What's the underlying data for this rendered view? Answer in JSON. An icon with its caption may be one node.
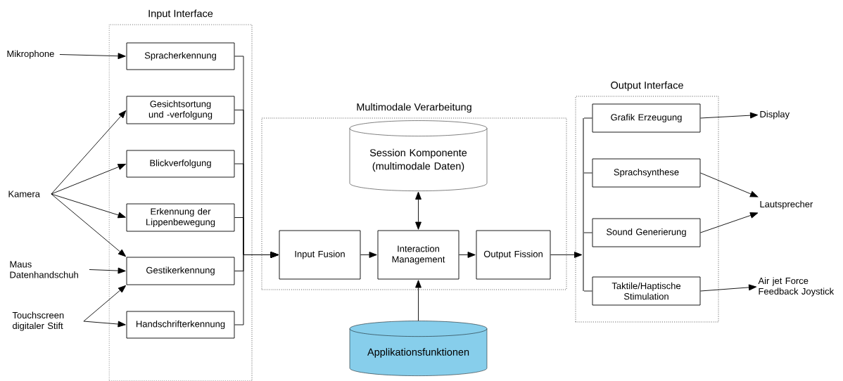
{
  "diagram": {
    "nodes": [
      {
        "text": [
          "Input Interface"
        ]
      },
      {
        "text": [
          "Spracherkennung"
        ],
        "in": 0
      },
      {
        "text": [
          "Gesichtsortung und -verfolgung"
        ],
        "in": 0
      },
      {
        "text": [
          "Blickverfolgung"
        ],
        "in": 0
      },
      {
        "text": [
          "Erkennung der Lippenbewegung"
        ],
        "in": 0
      },
      {
        "text": [
          "Gestikerkennung"
        ],
        "in": 0
      },
      {
        "text": [
          "Handschrifterkennung"
        ],
        "in": 0
      },
      {
        "text": [
          "Mikrophone"
        ]
      },
      {
        "text": [
          "Kamera"
        ]
      },
      {
        "text": [
          "Maus Datenhandschuh"
        ]
      },
      {
        "text": [
          "Touchscreen digitaler Stift"
        ]
      },
      {
        "text": [
          "Multimodale Verarbeitung"
        ]
      },
      {
        "text": [
          "Session Komponente (multimodale Daten)"
        ],
        "in": 11
      },
      {
        "text": [
          "Input Fusion"
        ],
        "in": 11
      },
      {
        "text": [
          "Interaction Management"
        ],
        "in": 11
      },
      {
        "text": [
          "Output Fission"
        ],
        "in": 11
      },
      {
        "text": [
          "Applikationsfunktionen"
        ]
      },
      {
        "text": [
          "Output Interface"
        ]
      },
      {
        "text": [
          "Grafik Erzeugung"
        ],
        "in": 17
      },
      {
        "text": [
          "Sprachsynthese"
        ],
        "in": 17
      },
      {
        "text": [
          "Sound Generierung"
        ],
        "in": 17
      },
      {
        "text": [
          "Taktile/Haptische Stimulation"
        ],
        "in": 17
      },
      {
        "text": [
          "Display"
        ]
      },
      {
        "text": [
          "Lautsprecher"
        ]
      },
      {
        "text": [
          "Air jet Force Feedback Joystick"
        ]
      },
      {
        "text": [],
        "shape": "bar",
        "in": 17
      }
    ],
    "edges": [
      {
        "from": 7,
        "to": 1,
        "arrow": "to"
      },
      {
        "from": 8,
        "to": 2,
        "arrow": "to"
      },
      {
        "from": 8,
        "to": 3,
        "arrow": "to"
      },
      {
        "from": 8,
        "to": 4,
        "arrow": "to"
      },
      {
        "from": 8,
        "to": 5,
        "arrow": "to"
      },
      {
        "from": 9,
        "to": 5,
        "arrow": "to"
      },
      {
        "from": 10,
        "to": 5,
        "arrow": "to"
      },
      {
        "from": 10,
        "to": 6,
        "arrow": "to"
      },
      {
        "from": 1,
        "to": 13,
        "arrow": "to"
      },
      {
        "from": 2,
        "to": 13,
        "arrow": "to"
      },
      {
        "from": 3,
        "to": 13,
        "arrow": "to"
      },
      {
        "from": 4,
        "to": 13,
        "arrow": "to"
      },
      {
        "from": 5,
        "to": 13,
        "arrow": "to"
      },
      {
        "from": 6,
        "to": 13,
        "arrow": "to"
      },
      {
        "from": 13,
        "to": 14,
        "arrow": "to"
      },
      {
        "from": 14,
        "to": 15,
        "arrow": "to"
      },
      {
        "from": 12,
        "to": 14,
        "arrow": "both"
      },
      {
        "from": 16,
        "to": 14,
        "arrow": "to"
      },
      {
        "from": 15,
        "to": 25,
        "arrow": "to"
      },
      {
        "from": 25,
        "to": 18,
        "arrow": "none"
      },
      {
        "from": 25,
        "to": 19,
        "arrow": "none"
      },
      {
        "from": 25,
        "to": 20,
        "arrow": "none"
      },
      {
        "from": 25,
        "to": 21,
        "arrow": "none"
      },
      {
        "from": 18,
        "to": 22,
        "arrow": "to"
      },
      {
        "from": 19,
        "to": 23,
        "arrow": "to"
      },
      {
        "from": 20,
        "to": 23,
        "arrow": "to"
      },
      {
        "from": 21,
        "to": 24,
        "arrow": "to"
      }
    ]
  }
}
